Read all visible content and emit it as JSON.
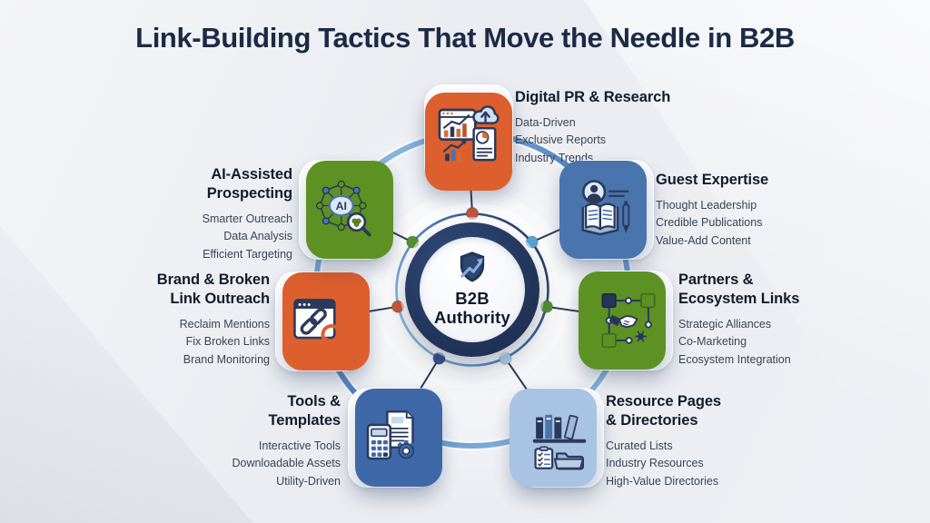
{
  "title": "Link-Building Tactics That Move the Needle in B2B",
  "hub": {
    "line1": "B2B",
    "line2": "Authority",
    "icon": "shield-growth-icon"
  },
  "palette": {
    "title_navy": "#1d2a45",
    "outer_ring_light": "#9fcbe9",
    "outer_ring_mid": "#4e82c0",
    "inner_ring_dark": "#24365a",
    "inner_ring_mid": "#4c7fbd",
    "inner_ring_light": "#8fc3e8",
    "spoke": "#2e3c58",
    "hub_navy": "#223459"
  },
  "nodes": [
    {
      "id": "digital-pr-research",
      "title": "Digital PR & Research",
      "items": [
        "Data-Driven",
        "Exclusive Reports",
        "Industry Trends"
      ],
      "icon": "analytics-cloud-report-icon",
      "accent_color": "#dd5f2d",
      "dot_color": "#c2573c"
    },
    {
      "id": "guest-expertise",
      "title": "Guest Expertise",
      "items": [
        "Thought Leadership",
        "Credible Publications",
        "Value-Add Content"
      ],
      "icon": "author-publication-icon",
      "accent_color": "#4a74ae",
      "dot_color": "#55a6d6"
    },
    {
      "id": "partners-ecosystem-links",
      "title": "Partners & Ecosystem Links",
      "items": [
        "Strategic Alliances",
        "Co-Marketing",
        "Ecosystem Integration"
      ],
      "icon": "handshake-network-icon",
      "accent_color": "#5d9123",
      "dot_color": "#56922f"
    },
    {
      "id": "resource-pages-directories",
      "title": "Resource Pages & Directories",
      "items": [
        "Curated Lists",
        "Industry Resources",
        "High-Value Directories"
      ],
      "icon": "library-checklist-folder-icon",
      "accent_color": "#a9c3e2",
      "dot_color": "#b4d4ee"
    },
    {
      "id": "tools-templates",
      "title": "Tools & Templates",
      "items": [
        "Interactive Tools",
        "Downloadable Assets",
        "Utility-Driven"
      ],
      "icon": "calculator-document-gear-icon",
      "accent_color": "#3e68a8",
      "dot_color": "#35548e"
    },
    {
      "id": "brand-broken-link-outreach",
      "title": "Brand & Broken Link Outreach",
      "items": [
        "Reclaim Mentions",
        "Fix Broken Links",
        "Brand Monitoring"
      ],
      "icon": "link-refresh-browser-icon",
      "accent_color": "#dd5f2d",
      "dot_color": "#cf5a33"
    },
    {
      "id": "ai-assisted-prospecting",
      "title": "AI-Assisted Prospecting",
      "items": [
        "Smarter Outreach",
        "Data Analysis",
        "Efficient Targeting"
      ],
      "icon": "ai-network-magnifier-icon",
      "icon_text": "AI",
      "accent_color": "#5d9123",
      "dot_color": "#56922f"
    }
  ]
}
